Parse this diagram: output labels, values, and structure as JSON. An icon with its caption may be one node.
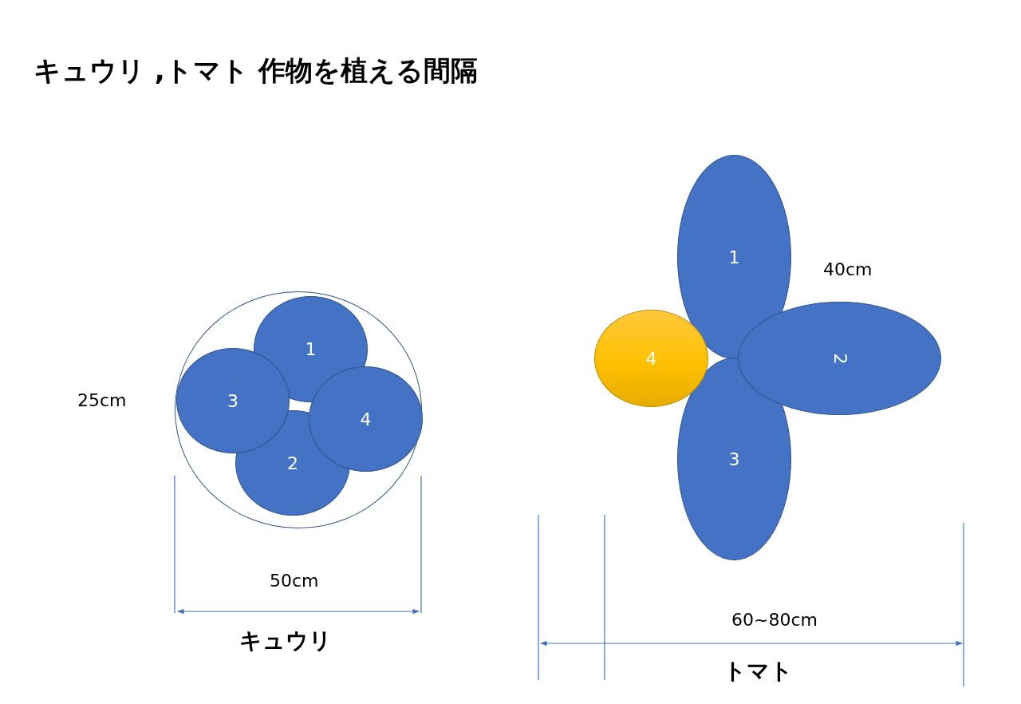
{
  "diagram": {
    "title": "キュウリ ,トマト 作物を植える間隔",
    "nodes": [
      {
        "text": [],
        "shape": "circle"
      },
      {
        "text": [
          "1"
        ],
        "in": 0
      },
      {
        "text": [
          "3"
        ],
        "in": 0
      },
      {
        "text": [
          "4"
        ],
        "in": 0
      },
      {
        "text": [
          "2"
        ],
        "in": 0
      },
      {
        "text": [
          "1"
        ]
      },
      {
        "text": [
          "4"
        ]
      },
      {
        "text": [
          "2"
        ]
      },
      {
        "text": [
          "3"
        ]
      }
    ],
    "edges": [],
    "labels": [
      "25cm",
      "50cm",
      "キュウリ",
      "40cm",
      "60~80cm",
      "トマト"
    ]
  }
}
